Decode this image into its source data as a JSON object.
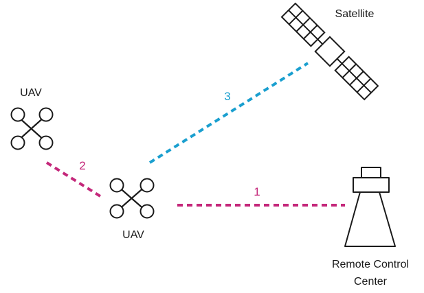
{
  "colors": {
    "magenta": "#c4277a",
    "cyan": "#1a9fcf",
    "ink": "#1a1a1a"
  },
  "labels": {
    "satellite": "Satellite",
    "uav_left": "UAV",
    "uav_center": "UAV",
    "rcc_line1": "Remote Control",
    "rcc_line2": "Center"
  },
  "links": [
    {
      "id": "1",
      "label": "1",
      "color": "magenta",
      "from": "uav_center",
      "to": "remote_control_center"
    },
    {
      "id": "2",
      "label": "2",
      "color": "magenta",
      "from": "uav_left",
      "to": "uav_center"
    },
    {
      "id": "3",
      "label": "3",
      "color": "cyan",
      "from": "uav_center",
      "to": "satellite"
    }
  ],
  "icons": {
    "uav": "quadcopter-icon",
    "satellite": "satellite-icon",
    "station": "control-tower-icon"
  }
}
